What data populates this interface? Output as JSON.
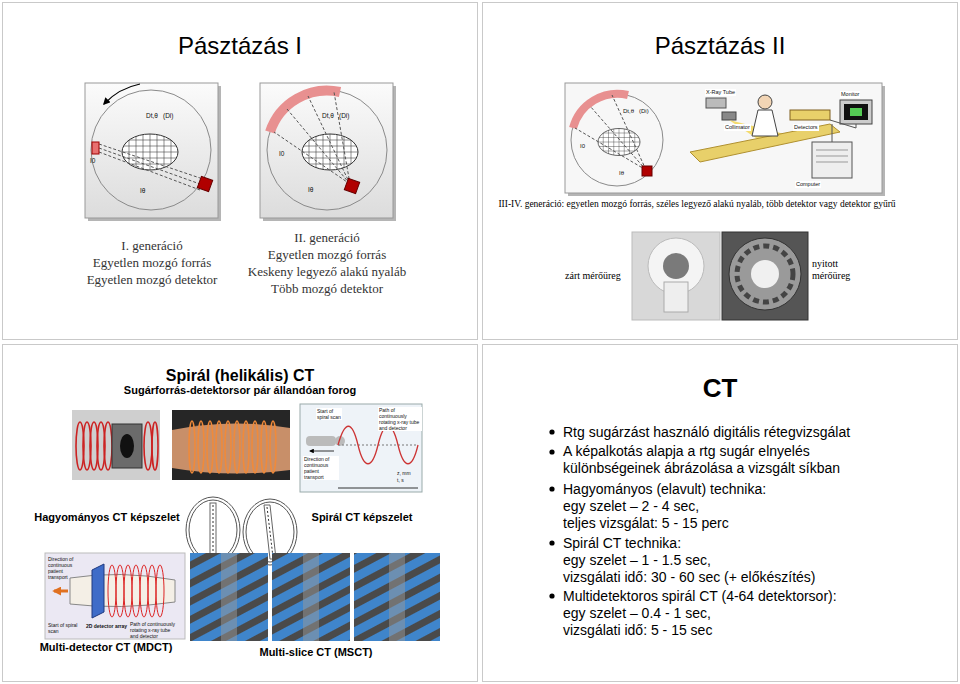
{
  "diagram": {
    "nodes": [
      {
        "text": [
          "Pásztázás I"
        ]
      },
      {
        "text": [
          "Pásztázás II"
        ]
      },
      {
        "text": [
          "Spirál (helikális) CT",
          "Sugárforrás-detektorsor pár állandóan forog"
        ]
      },
      {
        "text": [
          "CT"
        ]
      }
    ],
    "labels": [
      "Dt,θ",
      "(Di)",
      "I0",
      "Iθ",
      "Dt,θ",
      "(Di)",
      "I0",
      "Iθ",
      "I. generáció",
      "Egyetlen mozgó forrás",
      "Egyetlen mozgó detektor",
      "II. generáció",
      "Egyetlen mozgó forrás",
      "Keskeny legyező alakú nyaláb",
      "Több mozgó detektor",
      "Dt,θ",
      "(Di)",
      "I0",
      "Iθ",
      "X-Ray Tube",
      "Monitor",
      "Collimator",
      "Detectors",
      "Computer",
      "III-IV. generáció: egyetlen mozgó forrás, széles legyező alakú nyaláb, több detektor vagy detektor gyűrű",
      "zárt mérőüreg",
      "nyitott mérőüreg",
      "Start of spiral scan",
      "Path of continuously rotating x-ray tube and detector",
      "Direction of continuous patient transport",
      "z, mm",
      "t, s",
      "Hagyományos CT képszelet",
      "Spirál CT képszelet",
      "Direction of continuous patient transport",
      "Start of spiral scan",
      "2D detector array",
      "Path of continuously rotating x-ray tube and detector",
      "Multi-detector CT (MDCT)",
      "Multi-slice CT (MSCT)",
      "Rtg sugárzást használó digitális rétegvizsgálat",
      "A képalkotás alapja a rtg sugár elnyelés különbségeinek ábrázolása a vizsgált síkban",
      "Hagyományos (elavult) technika:",
      "egy szelet – 2 - 4 sec,",
      "teljes vizsgálat: 5 - 15 perc",
      "Spirál CT technika:",
      "egy szelet – 1 - 1.5 sec,",
      "vizsgálati idő: 30 - 60 sec (+ előkészítés)",
      "Multidetektoros spirál CT (4-64 detektorsor):",
      "egy szelet – 0.4 - 1 sec,",
      "vizsgálati idő: 5 - 15 sec"
    ]
  }
}
